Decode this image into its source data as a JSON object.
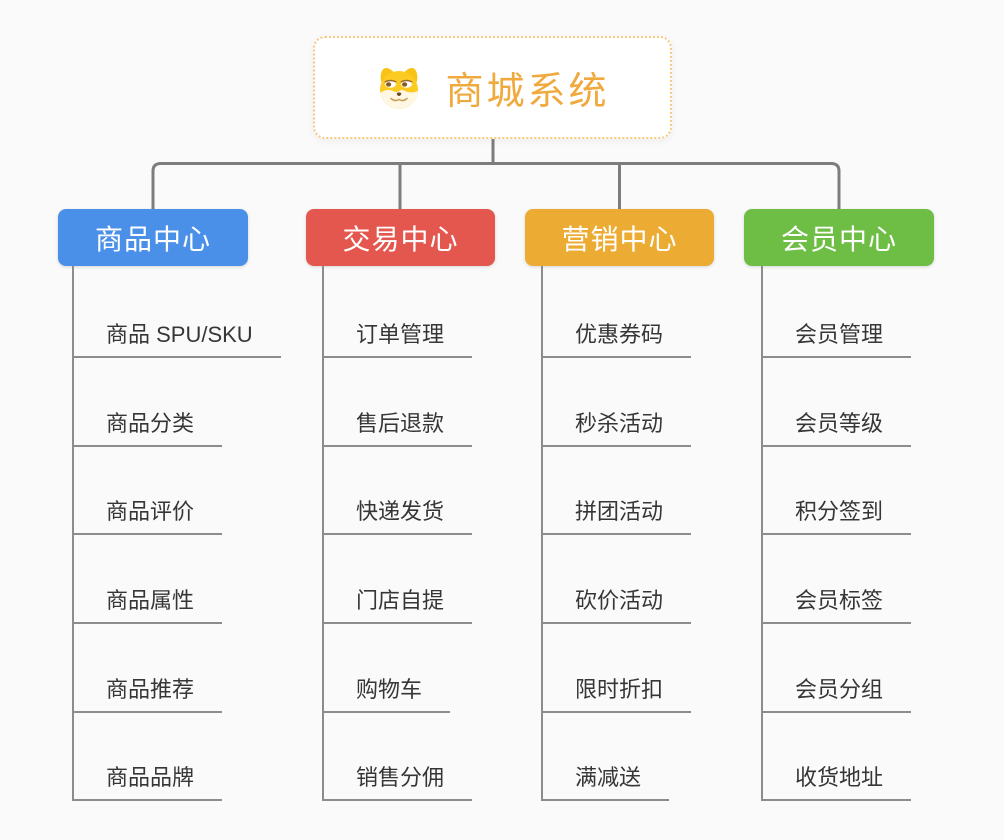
{
  "background_color": "#fafafa",
  "root": {
    "title": "商城系统",
    "title_color": "#F0A93C",
    "border_color": "#f5c97e",
    "icon": "dog-face-icon"
  },
  "connector_color": "#7d7d7d",
  "leaf_line_color": "#8c8c8c",
  "branches": [
    {
      "label": "商品中心",
      "color": "#4B90E8",
      "items": [
        "商品 SPU/SKU",
        "商品分类",
        "商品评价",
        "商品属性",
        "商品推荐",
        "商品品牌"
      ]
    },
    {
      "label": "交易中心",
      "color": "#E4574F",
      "items": [
        "订单管理",
        "售后退款",
        "快递发货",
        "门店自提",
        "购物车",
        "销售分佣"
      ]
    },
    {
      "label": "营销中心",
      "color": "#ECAC34",
      "items": [
        "优惠券码",
        "秒杀活动",
        "拼团活动",
        "砍价活动",
        "限时折扣",
        "满减送"
      ]
    },
    {
      "label": "会员中心",
      "color": "#6EBE45",
      "items": [
        "会员管理",
        "会员等级",
        "积分签到",
        "会员标签",
        "会员分组",
        "收货地址"
      ]
    }
  ]
}
